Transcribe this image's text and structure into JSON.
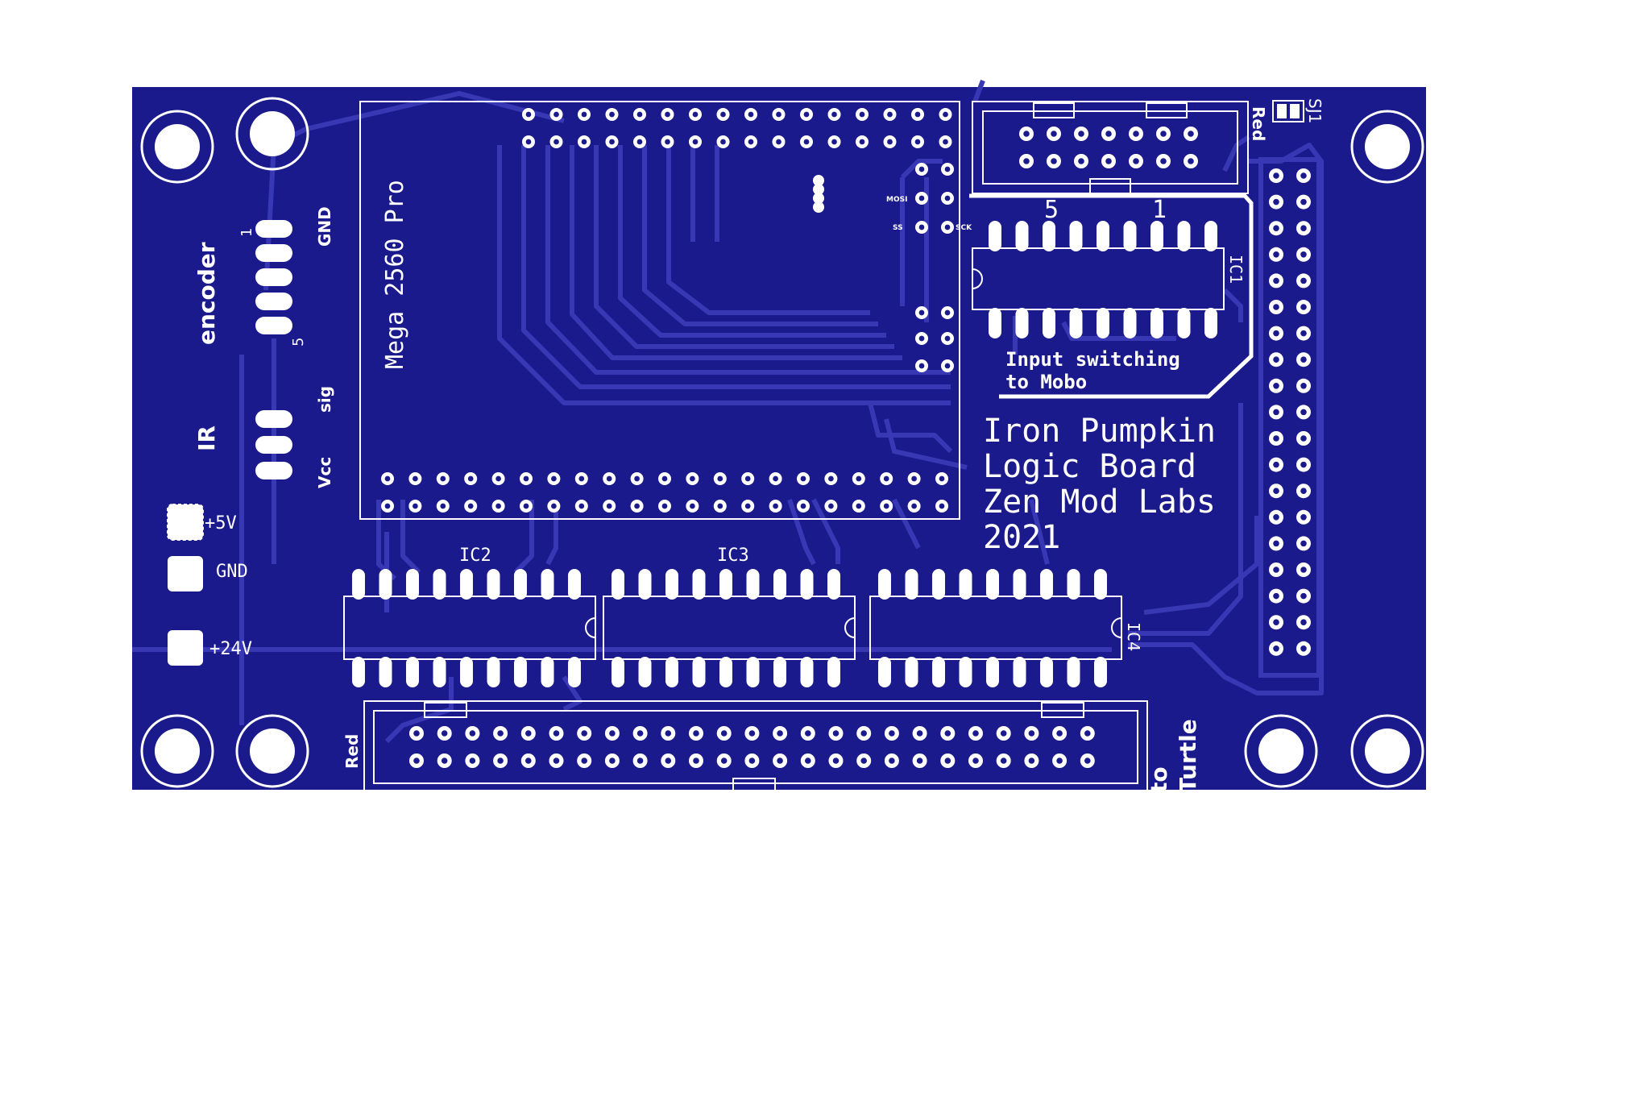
{
  "colors": {
    "background": "#ffffff",
    "board": "#1a1a8c",
    "copper": "#3838b4",
    "silkscreen": "#ffffff",
    "pad": "#ffffff",
    "drill": "#1a1a8c"
  },
  "silkscreen": {
    "title_lines": [
      "Iron Pumpkin",
      "Logic Board",
      "Zen Mod Labs",
      "2021"
    ],
    "mega_label": "Mega 2560 Pro",
    "input_switching_lines": [
      "Input switching",
      "to Mobo"
    ],
    "encoder": {
      "label": "encoder",
      "pin1": "1",
      "pin5": "5",
      "gnd": "GND"
    },
    "ir": {
      "label": "IR",
      "vcc": "Vcc",
      "sig": "sig"
    },
    "power": {
      "v5": "+5V",
      "gnd": "GND",
      "v24": "+24V"
    },
    "ic_labels": {
      "ic1": "IC1",
      "ic2": "IC2",
      "ic3": "IC3",
      "ic4": "IC4"
    },
    "top_header": {
      "pin5": "5",
      "pin1": "1",
      "red": "Red"
    },
    "sj1": "SJ1",
    "bottom_header": {
      "red": "Red",
      "to_turtle_lines": [
        "to",
        "Turtle"
      ]
    },
    "spi": {
      "mosi": "MOSI",
      "ss": "SS",
      "sck": "SCK"
    }
  }
}
